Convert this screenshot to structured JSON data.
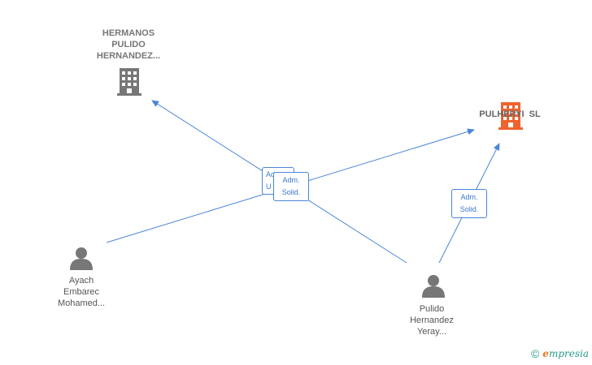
{
  "nodes": {
    "hermanos": {
      "label": [
        "HERMANOS",
        "PULIDO",
        "HERNANDEZ..."
      ],
      "icon": "building-icon",
      "color": "#777777"
    },
    "pulheryi": {
      "label": [
        "PULHERYI  SL"
      ],
      "icon": "building-icon",
      "color": "#f0622e"
    },
    "ayach": {
      "label": [
        "Ayach",
        "Embarec",
        "Mohamed..."
      ],
      "icon": "person-icon",
      "color": "#777777"
    },
    "pulido": {
      "label": [
        "Pulido",
        "Hernandez",
        "Yeray..."
      ],
      "icon": "person-icon",
      "color": "#777777"
    }
  },
  "edges": [
    {
      "from": "ayach",
      "to": "pulheryi",
      "label": [
        "Adm.",
        "Solid."
      ]
    },
    {
      "from": "pulido",
      "to": "hermanos",
      "label": [
        "Adm.",
        "Unico"
      ]
    },
    {
      "from": "pulido",
      "to": "pulheryi",
      "label": [
        "Adm.",
        "Solid."
      ]
    }
  ],
  "edge_labels": {
    "back": [
      "Adm.",
      "U"
    ],
    "front": [
      "Adm.",
      "Solid."
    ],
    "right": [
      "Adm.",
      "Solid."
    ]
  },
  "colors": {
    "edge": "#4a86d8",
    "accent": "#f0622e",
    "gray_icon": "#777777"
  },
  "footer": {
    "copyright": "©",
    "brand_e": "e",
    "brand_rest": "mpresia"
  }
}
